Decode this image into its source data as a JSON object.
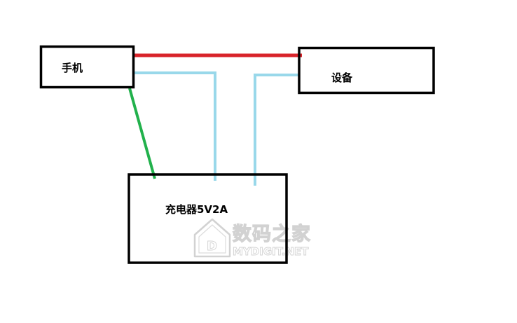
{
  "diagram": {
    "boxes": {
      "phone": {
        "label": "手机"
      },
      "device": {
        "label": "设备"
      },
      "charger": {
        "label": "充电器5V2A"
      }
    },
    "wires": {
      "red_color": "#d8232a",
      "blue_color": "#99d8ea",
      "green_color": "#22b14c",
      "box_border_color": "#000000"
    }
  },
  "watermark": {
    "brand_cn": "数码之家",
    "brand_en": "MYDIGIT.NET",
    "logo_letter": "D",
    "icon_name": "house-logo-icon"
  }
}
